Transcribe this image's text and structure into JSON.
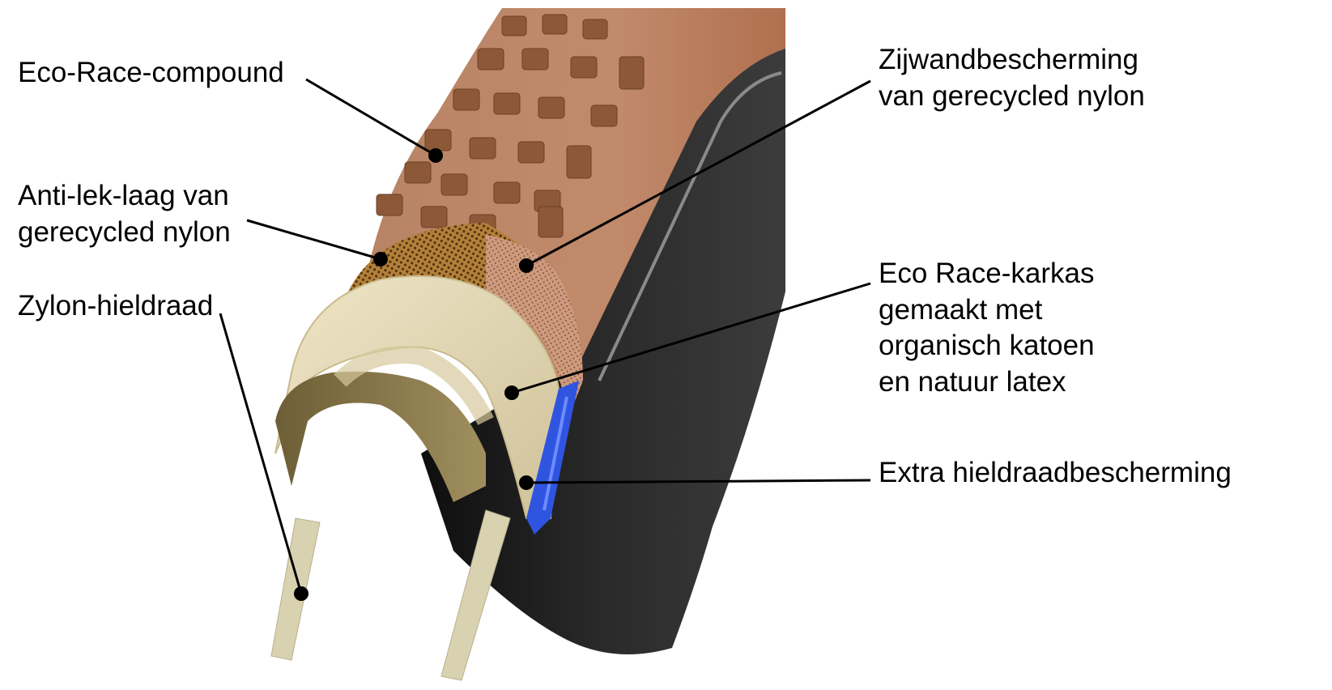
{
  "diagram": {
    "subject": "bicycle-tire-cross-section",
    "colors": {
      "tread": "#a8704f",
      "tread_dark": "#7d4a30",
      "puncture_layer": "#b07c35",
      "sidewall_protection": "#c99678",
      "casing": "#e3d9b8",
      "bead": "#d8d2b0",
      "bead_protection": "#2f55e0",
      "sidewall_black": "#1d1d1d",
      "leader_line": "#000000"
    },
    "labels": [
      {
        "id": "tread",
        "lines": [
          "Eco-Race-compound"
        ]
      },
      {
        "id": "puncture",
        "lines": [
          "Anti-lek-laag van",
          "gerecycled nylon"
        ]
      },
      {
        "id": "bead",
        "lines": [
          "Zylon-hieldraad"
        ]
      },
      {
        "id": "sidewall",
        "lines": [
          "Zijwandbescherming",
          "van gerecycled nylon"
        ]
      },
      {
        "id": "casing",
        "lines": [
          "Eco Race-karkas",
          "gemaakt met",
          "organisch katoen",
          "en natuur latex"
        ]
      },
      {
        "id": "bead-protection",
        "lines": [
          "Extra hieldraadbescherming"
        ]
      }
    ]
  }
}
